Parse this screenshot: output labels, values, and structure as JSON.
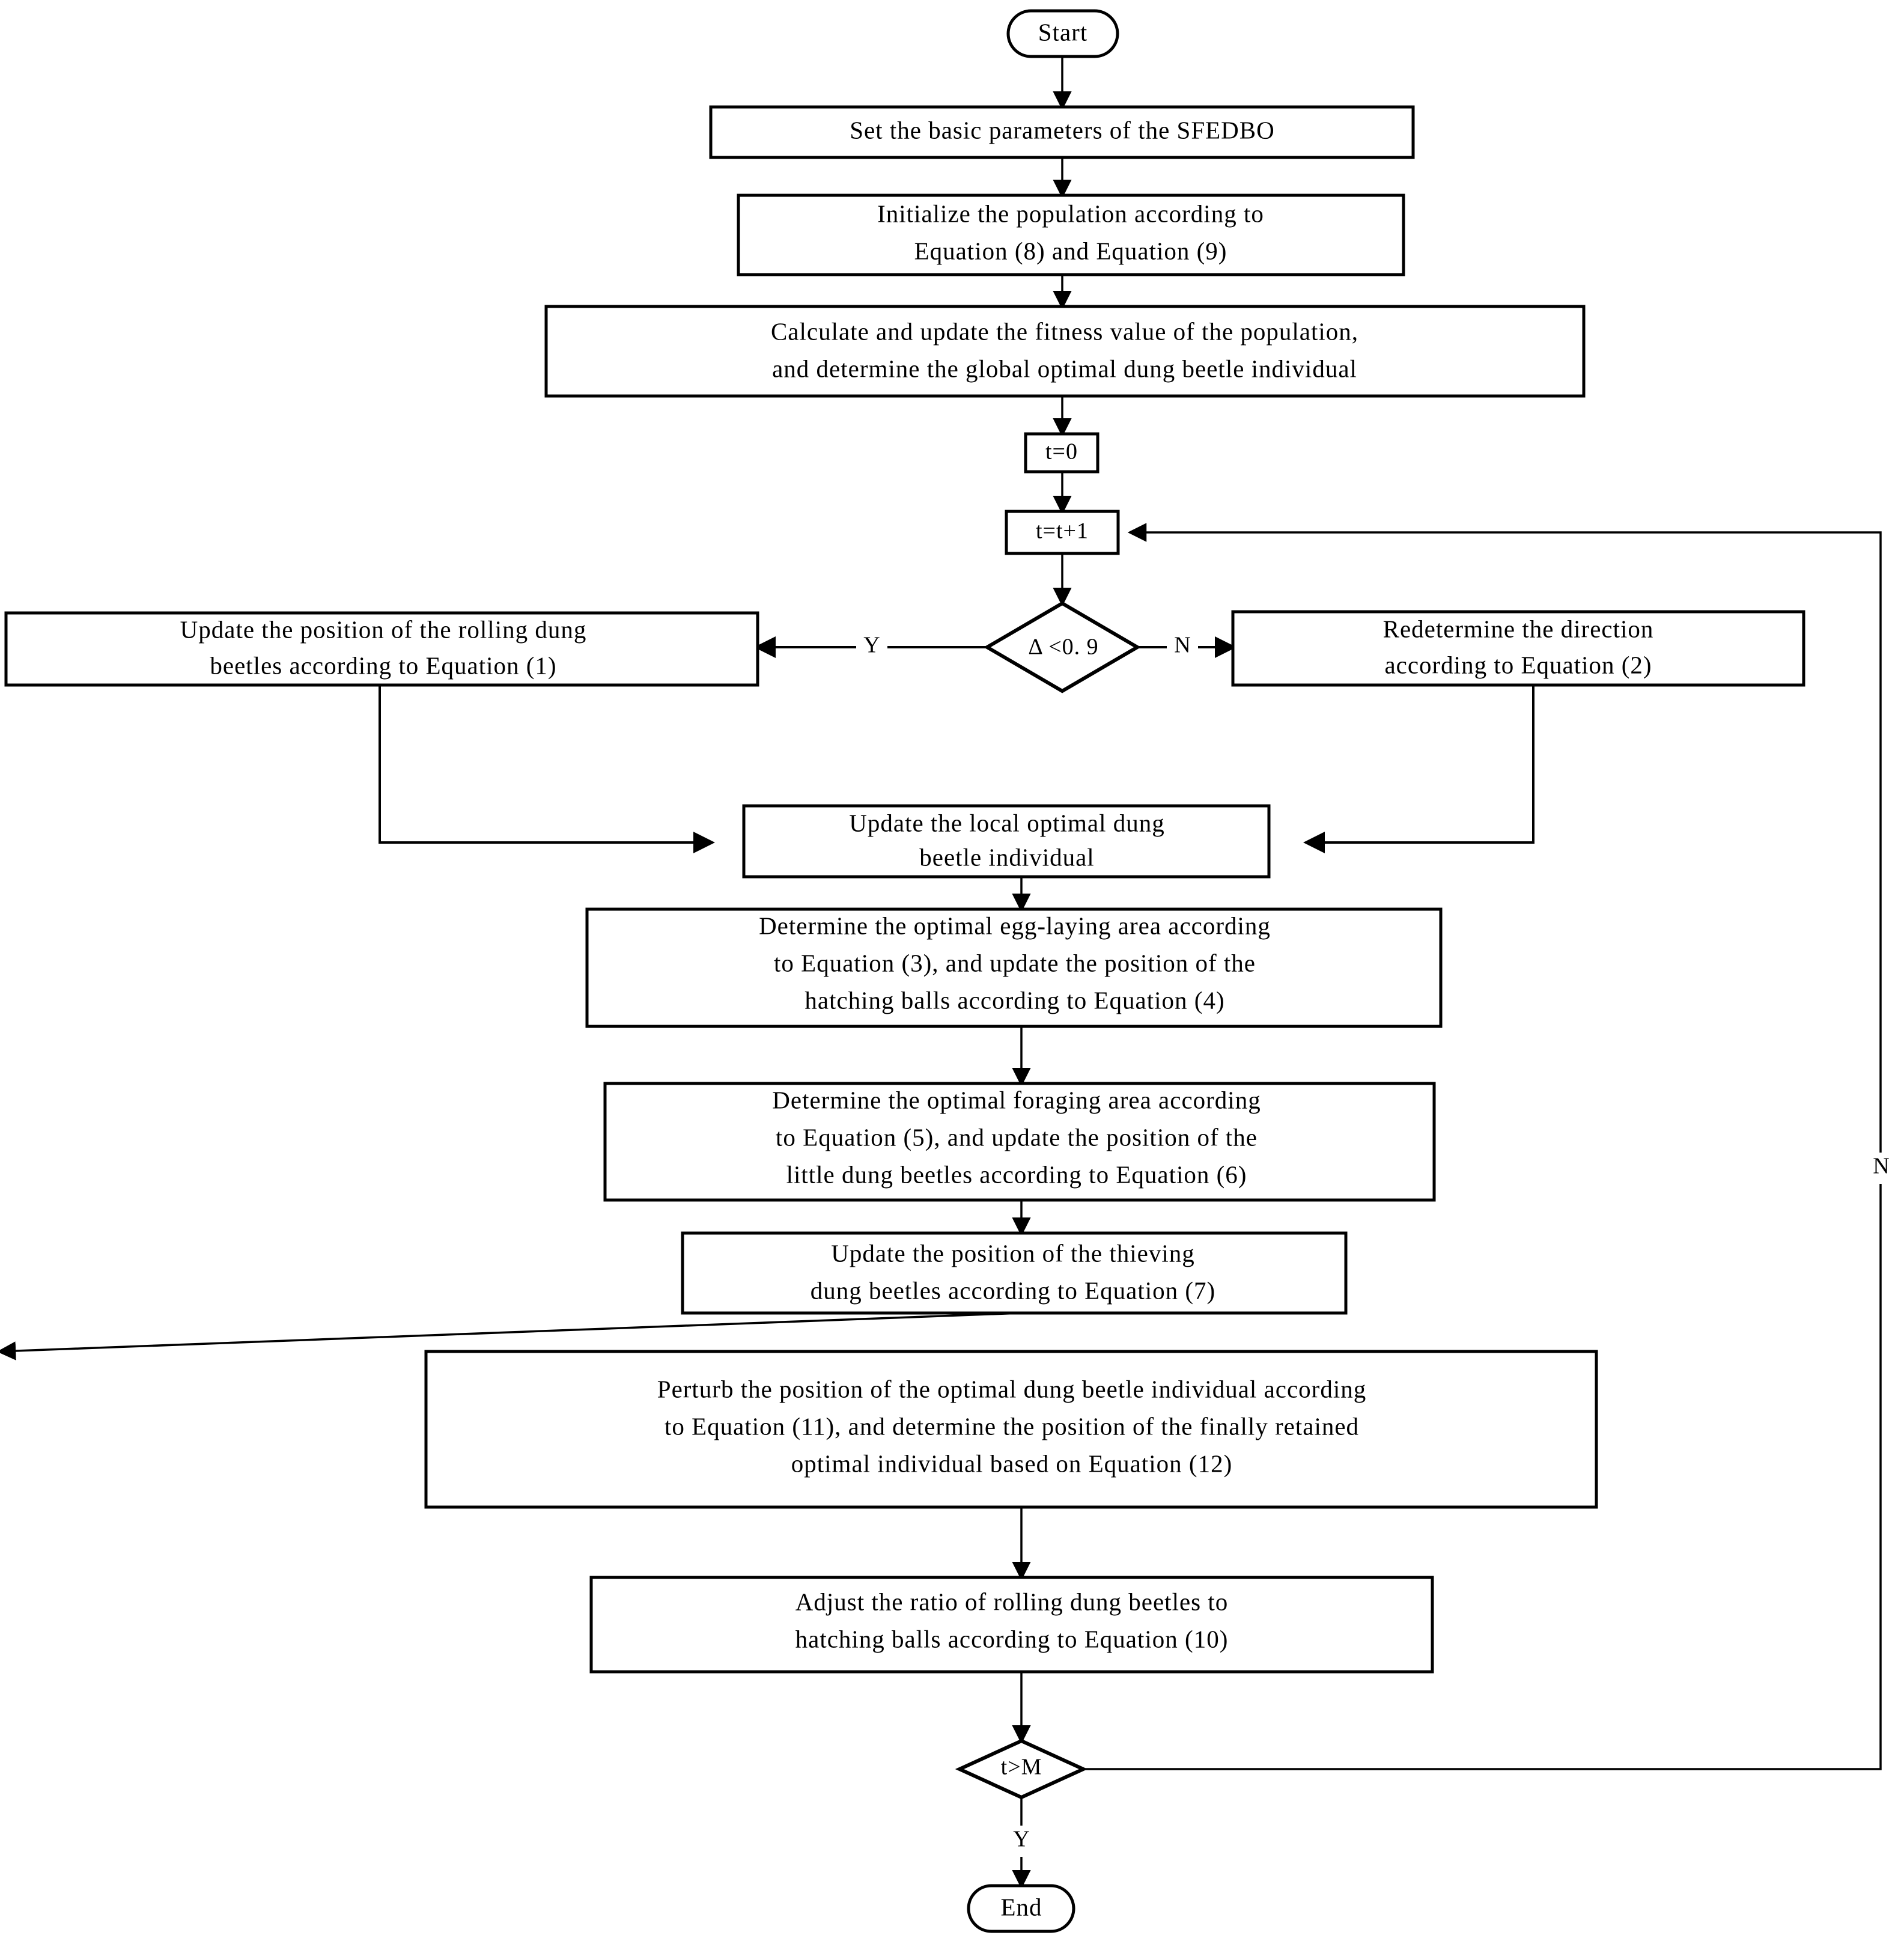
{
  "diagram": {
    "title": "SFEDBO algorithm flowchart",
    "colors": {
      "stroke": "#000000",
      "background": "#ffffff",
      "text": "#000000"
    },
    "nodes": {
      "start": {
        "label": "Start",
        "shape": "terminator"
      },
      "set_params": {
        "lines": [
          "Set the basic parameters of the SFEDBO"
        ],
        "shape": "process"
      },
      "initialize": {
        "lines": [
          "Initialize the population according to",
          "Equation (8) and Equation (9)"
        ],
        "shape": "process"
      },
      "calculate_fitness": {
        "lines": [
          "Calculate and update the fitness value of the population,",
          "and determine the global optimal dung beetle individual"
        ],
        "shape": "process"
      },
      "t_zero": {
        "label": "t=0",
        "shape": "process"
      },
      "t_increment": {
        "label": "t=t+1",
        "shape": "process"
      },
      "delta_check": {
        "label": "Δ <0. 9",
        "shape": "decision"
      },
      "rolling_update": {
        "lines": [
          "Update the position of the rolling dung",
          "beetles according to Equation (1)"
        ],
        "shape": "process"
      },
      "redetermine_direction": {
        "lines": [
          "Redetermine the direction",
          "according to Equation (2)"
        ],
        "shape": "process"
      },
      "local_optimal": {
        "lines": [
          "Update the local optimal dung",
          "beetle individual"
        ],
        "shape": "process"
      },
      "egg_laying": {
        "lines": [
          "Determine the optimal egg-laying area according",
          "to Equation (3), and update the position of the",
          "hatching balls according to Equation (4)"
        ],
        "shape": "process"
      },
      "foraging": {
        "lines": [
          "Determine the optimal foraging area according",
          "to Equation (5), and update the position of the",
          "little dung beetles according to Equation (6)"
        ],
        "shape": "process"
      },
      "thieving": {
        "lines": [
          "Update the position of the thieving",
          "dung beetles according to Equation (7)"
        ],
        "shape": "process"
      },
      "perturb": {
        "lines": [
          "Perturb the position of the optimal dung beetle individual according",
          "to Equation (11), and determine the position of the finally retained",
          "optimal individual based on Equation (12)"
        ],
        "shape": "process"
      },
      "adjust_ratio": {
        "lines": [
          "Adjust the ratio of rolling dung beetles to",
          "hatching balls according to Equation (10)"
        ],
        "shape": "process"
      },
      "termination_check": {
        "label": "t>M",
        "shape": "decision"
      },
      "end": {
        "label": "End",
        "shape": "terminator"
      }
    },
    "edge_labels": {
      "delta_yes": "Y",
      "delta_no": "N",
      "loop_no": "N",
      "end_yes": "Y"
    }
  }
}
